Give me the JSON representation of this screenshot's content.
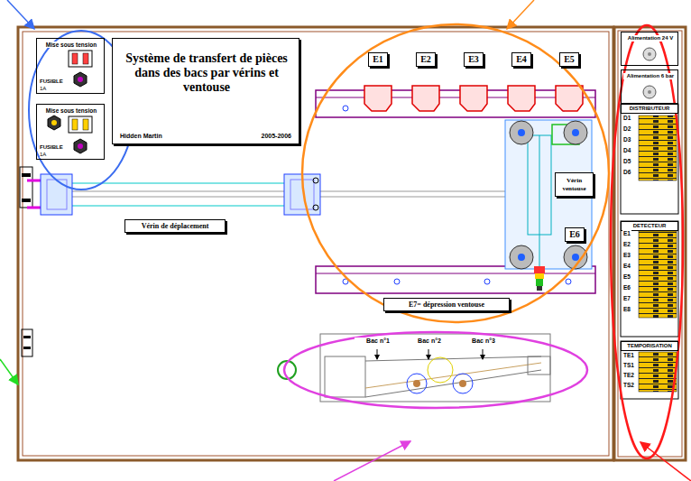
{
  "diagram": {
    "nodes": [
      {
        "text": [
          "Mise sous tension",
          "FUSIBLE",
          "1A"
        ]
      },
      {
        "text": [
          "Mise sous tension",
          "FUSIBLE",
          "1A"
        ]
      },
      {
        "text": [
          "Système de transfert de pièces dans des bacs par vérins et ventouse",
          "Hidden Martin",
          "2005-2006"
        ]
      },
      {
        "text": [
          "E1"
        ]
      },
      {
        "text": [
          "E2"
        ]
      },
      {
        "text": [
          "E3"
        ]
      },
      {
        "text": [
          "E4"
        ]
      },
      {
        "text": [
          "E5"
        ]
      },
      {
        "text": [
          "Vérin ventouse"
        ]
      },
      {
        "text": [
          "E6"
        ]
      },
      {
        "text": [
          "Vérin de déplacement"
        ]
      },
      {
        "text": [
          "E7= dépression ventouse"
        ]
      },
      {
        "text": [
          "Bac n°1",
          "Bac n°2",
          "Bac n°3"
        ]
      },
      {
        "text": [
          "Alimentation 24 V"
        ]
      },
      {
        "text": [
          "Alimentation 6 bar"
        ]
      },
      {
        "text": [
          "DISTRIBUTEUR"
        ]
      },
      {
        "text": [
          "DETECTEUR"
        ]
      },
      {
        "text": [
          "TEMPORISATION"
        ]
      }
    ],
    "labels": [
      "D1",
      "D2",
      "D3",
      "D4",
      "D5",
      "D6",
      "E1",
      "E2",
      "E3",
      "E4",
      "E5",
      "E6",
      "E7",
      "E8",
      "TE1",
      "TS1",
      "TE2",
      "TS2"
    ]
  }
}
